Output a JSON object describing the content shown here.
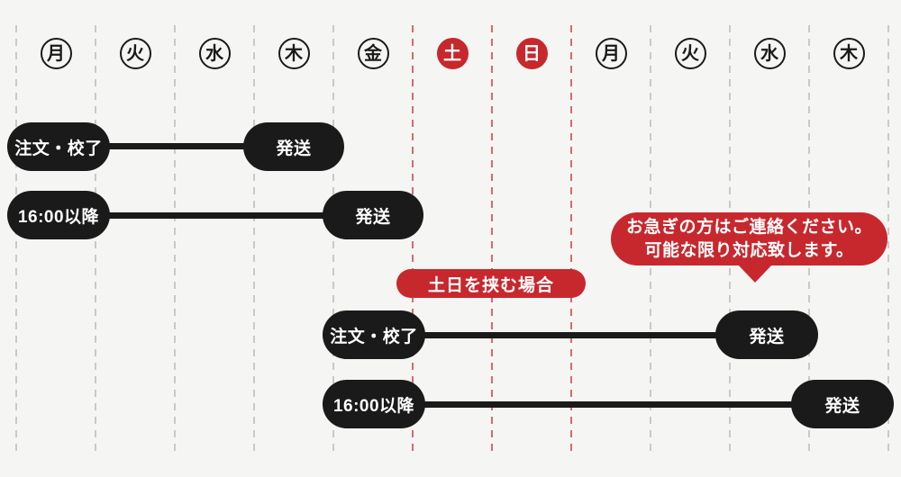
{
  "diagram": {
    "description_role": "shipping-schedule-timeline",
    "colors": {
      "background": "#f5f5f3",
      "pill_black": "#1a1a1a",
      "accent_red": "#c7282e",
      "grid_gray": "#c9c9c9",
      "grid_red": "#d8696d"
    },
    "days": [
      {
        "label": "月",
        "type": "weekday"
      },
      {
        "label": "火",
        "type": "weekday"
      },
      {
        "label": "水",
        "type": "weekday"
      },
      {
        "label": "木",
        "type": "weekday"
      },
      {
        "label": "金",
        "type": "weekday"
      },
      {
        "label": "土",
        "type": "weekend"
      },
      {
        "label": "日",
        "type": "weekend"
      },
      {
        "label": "月",
        "type": "weekday"
      },
      {
        "label": "火",
        "type": "weekday"
      },
      {
        "label": "水",
        "type": "weekday"
      },
      {
        "label": "木",
        "type": "weekday"
      }
    ],
    "rows": [
      {
        "start_label": "注文・校了",
        "end_label": "発送",
        "start_day": "月",
        "end_day": "木"
      },
      {
        "start_label": "16:00以降",
        "end_label": "発送",
        "start_day": "月",
        "end_day": "金"
      },
      {
        "start_label": "注文・校了",
        "end_label": "発送",
        "start_day": "金",
        "end_day": "水"
      },
      {
        "start_label": "16:00以降",
        "end_label": "発送",
        "start_day": "金",
        "end_day": "木"
      }
    ],
    "weekend_case": {
      "label": "土日を挟む場合"
    },
    "callout": {
      "line1": "お急ぎの方はご連絡ください。",
      "line2": "可能な限り対応致します。"
    }
  }
}
